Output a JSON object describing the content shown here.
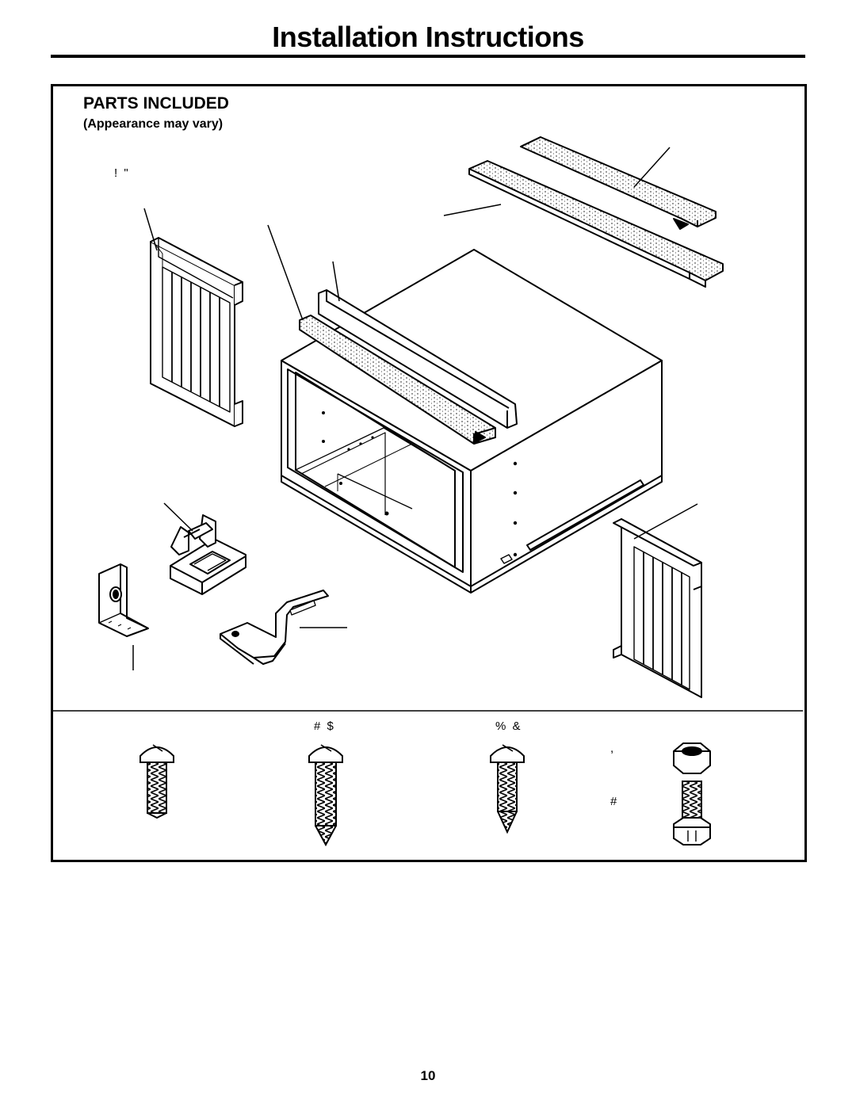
{
  "page": {
    "title": "Installation Instructions",
    "page_number": "10"
  },
  "parts_section": {
    "heading": "PARTS INCLUDED",
    "subheading": "(Appearance may vary)"
  },
  "callout_codes": {
    "top_left": "! \"",
    "hardware_1": "# $",
    "hardware_2": "% &",
    "hardware_3a": ",",
    "hardware_3b": "#"
  }
}
